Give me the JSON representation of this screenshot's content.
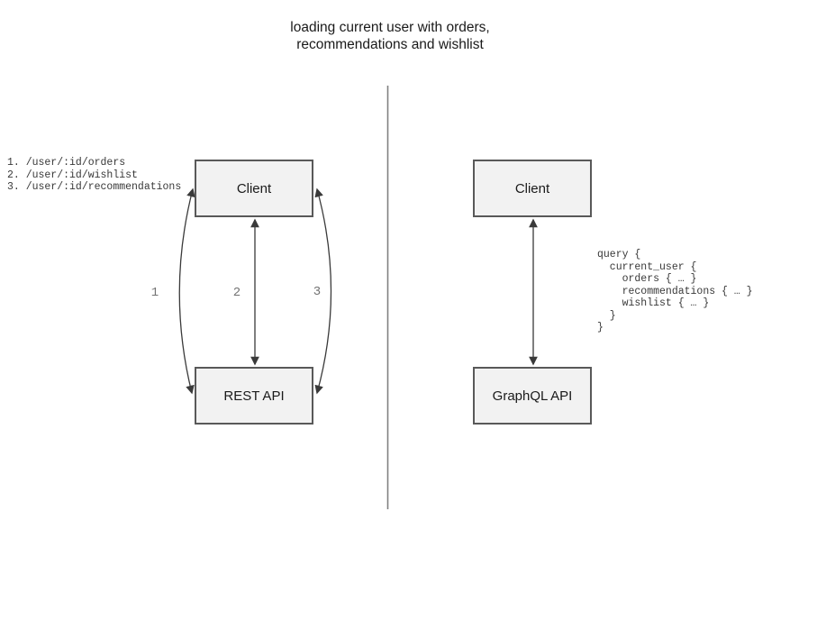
{
  "title": {
    "line1": "loading current user with orders,",
    "line2": "recommendations and wishlist"
  },
  "left_panel": {
    "endpoints": "1. /user/:id/orders\n2. /user/:id/wishlist\n3. /user/:id/recommendations",
    "client_label": "Client",
    "api_label": "REST API",
    "arrow_labels": [
      "1",
      "2",
      "3"
    ]
  },
  "right_panel": {
    "client_label": "Client",
    "api_label": "GraphQL API",
    "query": "query {\n  current_user {\n    orders { … }\n    recommendations { … }\n    wishlist { … }\n  }\n}"
  },
  "colors": {
    "background": "#ffffff",
    "box_fill": "#f2f2f2",
    "box_border": "#595959",
    "arrow": "#3a3a3a",
    "divider": "#808080",
    "arrow_label_gray": "#737373",
    "text": "#1a1a1a",
    "mono_text": "#383838"
  }
}
